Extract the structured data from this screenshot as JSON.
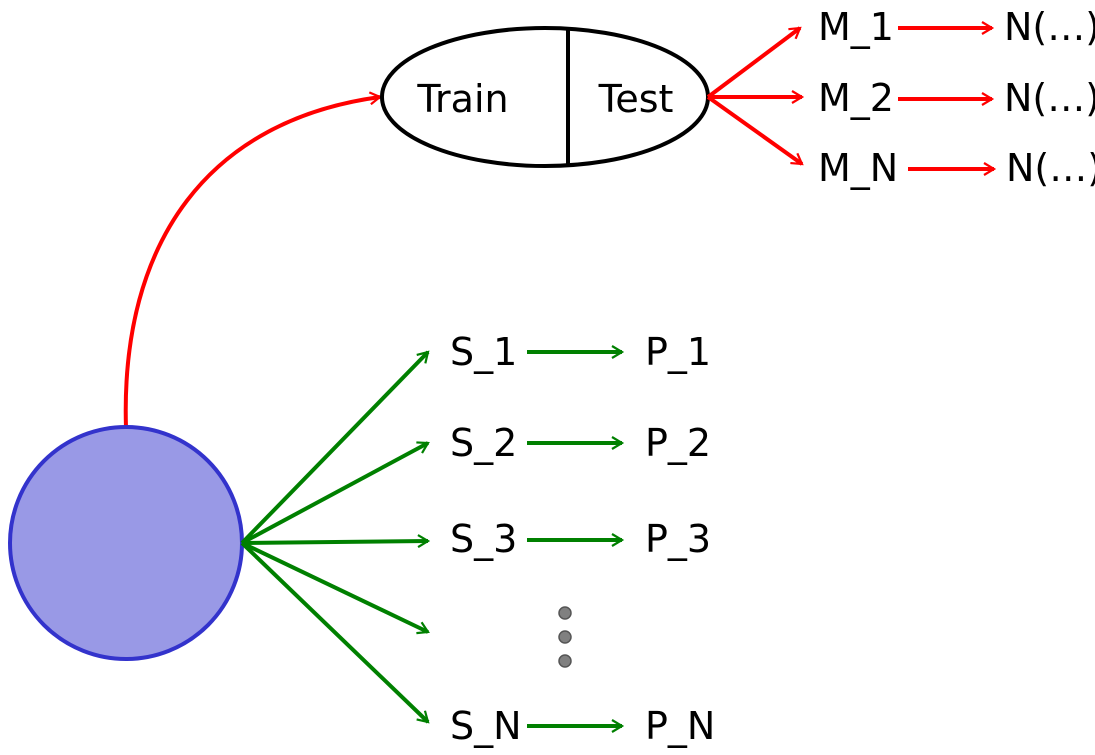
{
  "split": {
    "left_label": "Train",
    "right_label": "Test"
  },
  "model_chains": [
    {
      "model": "M_1",
      "result": "N(…)"
    },
    {
      "model": "M_2",
      "result": "N(…)"
    },
    {
      "model": "M_N",
      "result": "N(…)"
    }
  ],
  "sample_chains": [
    {
      "sample": "S_1",
      "prediction": "P_1"
    },
    {
      "sample": "S_2",
      "prediction": "P_2"
    },
    {
      "sample": "S_3",
      "prediction": "P_3"
    },
    {
      "sample": "S_N",
      "prediction": "P_N"
    }
  ],
  "colors": {
    "model_arrows": "#ff0000",
    "sample_arrows": "#008000",
    "source_fill": "#9999e6",
    "source_stroke": "#3333cc",
    "ellipsis_dots": "#808080"
  }
}
